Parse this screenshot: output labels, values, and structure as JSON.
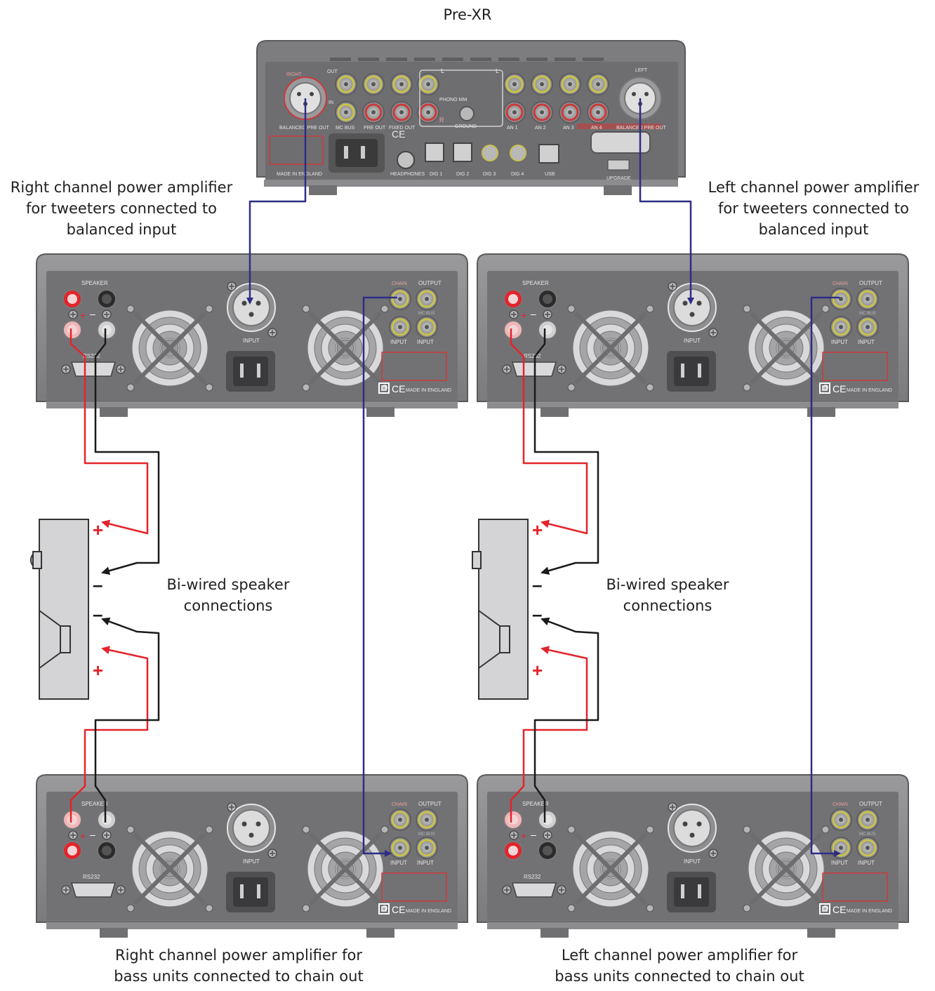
{
  "preamp": {
    "title": "Pre-XR",
    "labels": {
      "right": "RIGHT",
      "left": "LEFT",
      "out": "OUT",
      "in": "IN",
      "l": "L",
      "l2": "L",
      "r": "R",
      "phono_mm": "PHONO MM",
      "ground": "GROUND",
      "balanced_pre_out_l": "BALANCED PRE OUT",
      "balanced_pre_out_r": "BALANCED PRE OUT",
      "mc_bus": "MC BUS",
      "pre_out": "PRE OUT",
      "fixed_out": "FIXED OUT",
      "an1": "AN 1",
      "an2": "AN 2",
      "an3": "AN 3",
      "an4": "AN 4",
      "made_in": "MADE IN ENGLAND",
      "headphones": "HEADPHONES",
      "dig1": "DIG 1",
      "dig2": "DIG 2",
      "dig3": "DIG 3",
      "dig4": "DIG 4",
      "usb": "USB",
      "upgrade": "UPGRADE",
      "ce": "CE"
    }
  },
  "amp_labels": {
    "speaker": "SPEAKER",
    "input": "INPUT",
    "output": "OUTPUT",
    "rs232": "RS232",
    "mc_bus": "MC BUS",
    "chain": "CHAIN",
    "made_in": "MADE IN ENGLAND",
    "ce": "CE",
    "plus": "+",
    "minus": "–"
  },
  "captions": {
    "right_tweeter": "Right channel power amplifier\nfor tweeters connected to\nbalanced input",
    "left_tweeter": "Left channel power amplifier\nfor tweeters connected to\nbalanced input",
    "biwire_left": "Bi-wired speaker\nconnections",
    "biwire_right": "Bi-wired speaker\nconnections",
    "right_bass": "Right channel power amplifier for\nbass units connected to chain out",
    "left_bass": "Left channel power amplifier for\nbass units connected to chain out"
  },
  "terminal_signs": {
    "plus": "+",
    "minus": "–"
  },
  "colors": {
    "signal_cable": "#2e2d86",
    "positive_cable": "#e3242b",
    "negative_cable": "#1a1a1a",
    "chassis": "#8a8a8c",
    "panel": "#6f6f72"
  }
}
